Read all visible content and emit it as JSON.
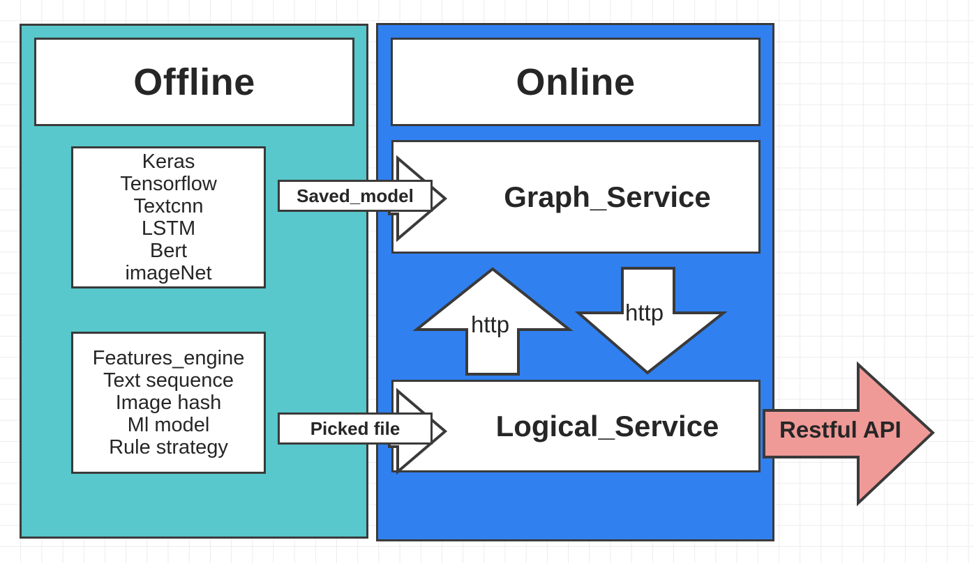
{
  "diagram": {
    "title_offline": "Offline",
    "title_online": "Online",
    "panels": {
      "offline": {
        "label": "Offline",
        "color": "#58c8cc",
        "boxes": [
          {
            "name": "models",
            "lines": [
              "Keras",
              "Tensorflow",
              "Textcnn",
              "LSTM",
              "Bert",
              "imageNet"
            ]
          },
          {
            "name": "features",
            "lines": [
              "Features_engine",
              "Text sequence",
              "Image hash",
              "Ml model",
              "Rule strategy"
            ]
          }
        ]
      },
      "online": {
        "label": "Online",
        "color": "#3080f0",
        "services": [
          {
            "name": "graph-service",
            "label": "Graph_Service"
          },
          {
            "name": "logical-service",
            "label": "Logical_Service"
          }
        ]
      }
    },
    "arrows": [
      {
        "name": "saved-model-arrow",
        "label": "Saved_model",
        "direction": "right",
        "color": "#ffffff"
      },
      {
        "name": "picked-file-arrow",
        "label": "Picked file",
        "direction": "right",
        "color": "#ffffff"
      },
      {
        "name": "http-up-arrow",
        "label": "http",
        "direction": "up",
        "color": "#ffffff"
      },
      {
        "name": "http-down-arrow",
        "label": "http",
        "direction": "down",
        "color": "#ffffff"
      },
      {
        "name": "restful-api-arrow",
        "label": "Restful API",
        "direction": "right",
        "color": "#f09a97"
      }
    ],
    "colors": {
      "offline_panel": "#58c8cc",
      "online_panel": "#3080f0",
      "restful_arrow": "#f09a97",
      "stroke": "#3a3a3a",
      "box_fill": "#ffffff",
      "grid": "#ececec"
    }
  }
}
